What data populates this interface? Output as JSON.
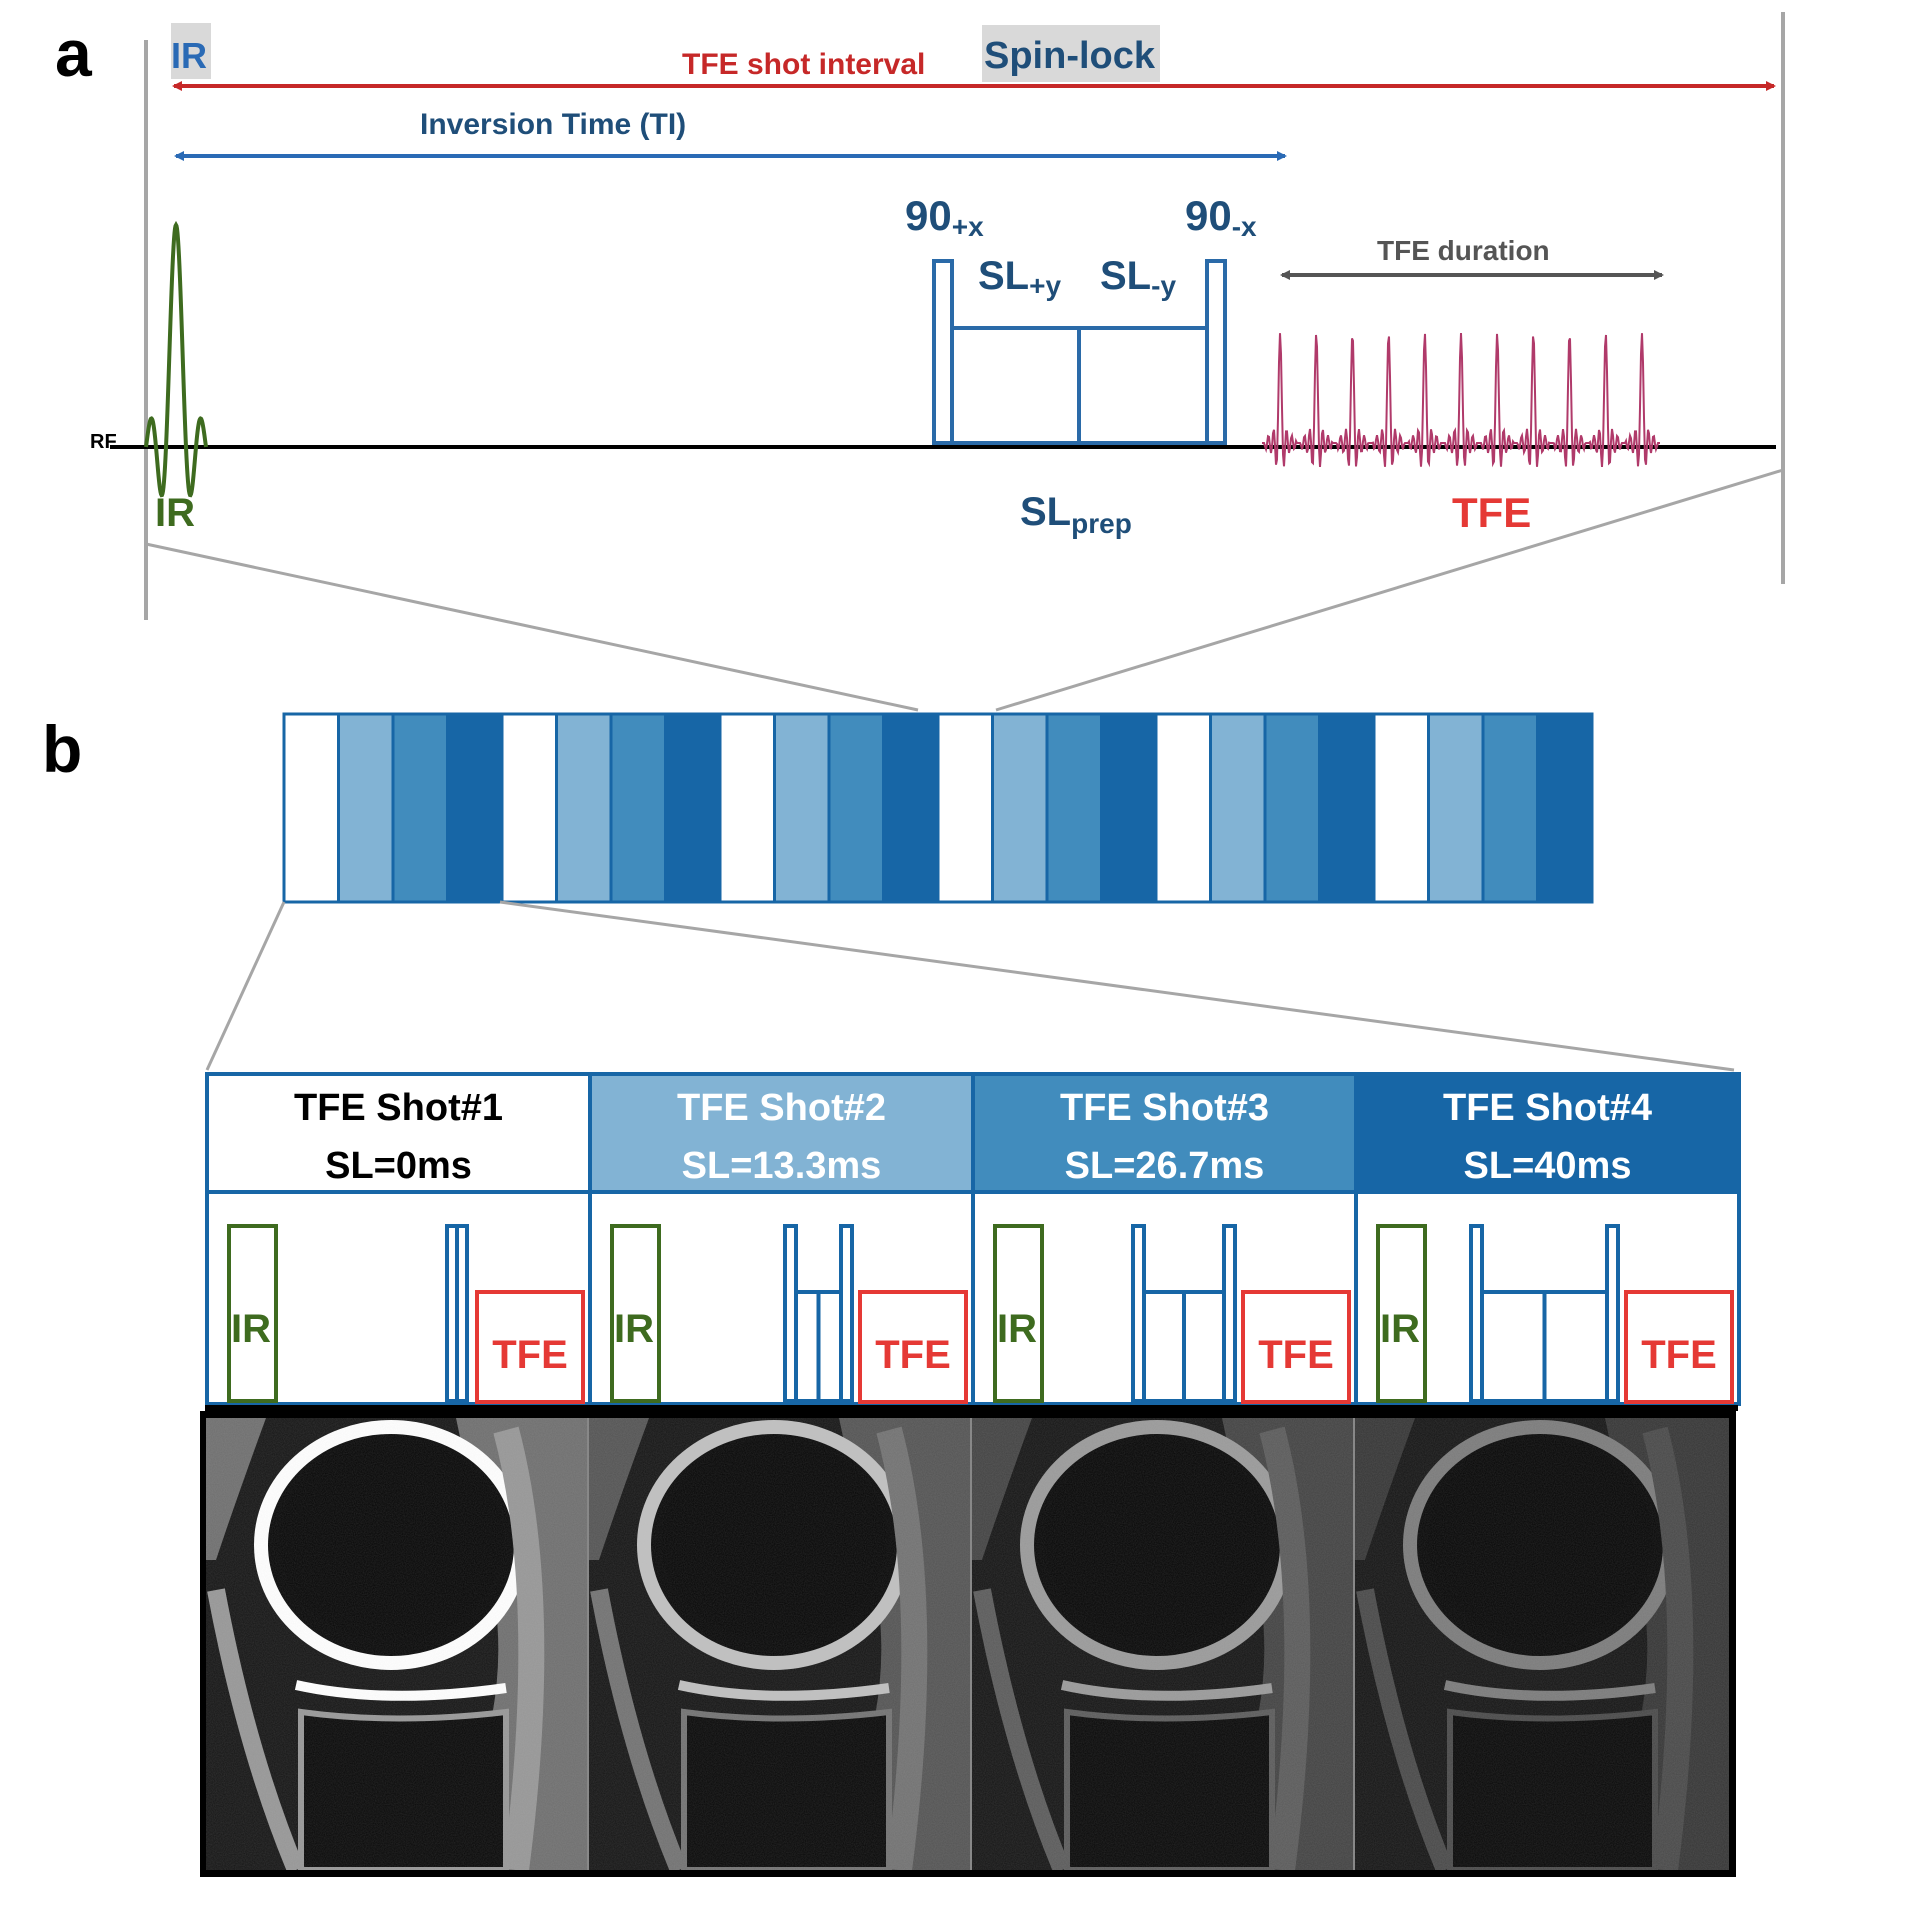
{
  "panel_a": {
    "label": "a",
    "ir_top_label": "IR",
    "spinlock_label": "Spin-lock",
    "tfe_shot_interval": "TFE shot interval",
    "inversion_time": "Inversion Time (TI)",
    "pulse_90_plus": "90",
    "pulse_90_plus_sub": "+x",
    "pulse_90_minus": "90",
    "pulse_90_minus_sub": "-x",
    "sl_plus": "SL",
    "sl_plus_sub": "+y",
    "sl_minus": "SL",
    "sl_minus_sub": "-y",
    "tfe_duration": "TFE duration",
    "rf_label": "RF",
    "ir_bottom_label": "IR",
    "slprep": "SL",
    "slprep_sub": "prep",
    "tfe_bottom_label": "TFE",
    "colors": {
      "ir_green": "#3e6b1f",
      "sl_blue": "#2a6aa8",
      "dark_blue_text": "#1f4e79",
      "red": "#c62828",
      "tfe_pink": "#b03a6a",
      "gray": "#a6a6a6"
    }
  },
  "panel_b": {
    "label": "b",
    "shade_colors": [
      "#ffffff",
      "#82b3d4",
      "#418cbd",
      "#1766a6"
    ],
    "shots": [
      {
        "title": "TFE Shot#1",
        "sl": "SL=0ms",
        "ir": "IR",
        "tfe": "TFE"
      },
      {
        "title": "TFE Shot#2",
        "sl": "SL=13.3ms",
        "ir": "IR",
        "tfe": "TFE"
      },
      {
        "title": "TFE Shot#3",
        "sl": "SL=26.7ms",
        "ir": "IR",
        "tfe": "TFE"
      },
      {
        "title": "TFE Shot#4",
        "sl": "SL=40ms",
        "ir": "IR",
        "tfe": "TFE"
      }
    ],
    "images": [
      {
        "brightness": 1.0
      },
      {
        "brightness": 0.75
      },
      {
        "brightness": 0.6
      },
      {
        "brightness": 0.48
      }
    ]
  }
}
